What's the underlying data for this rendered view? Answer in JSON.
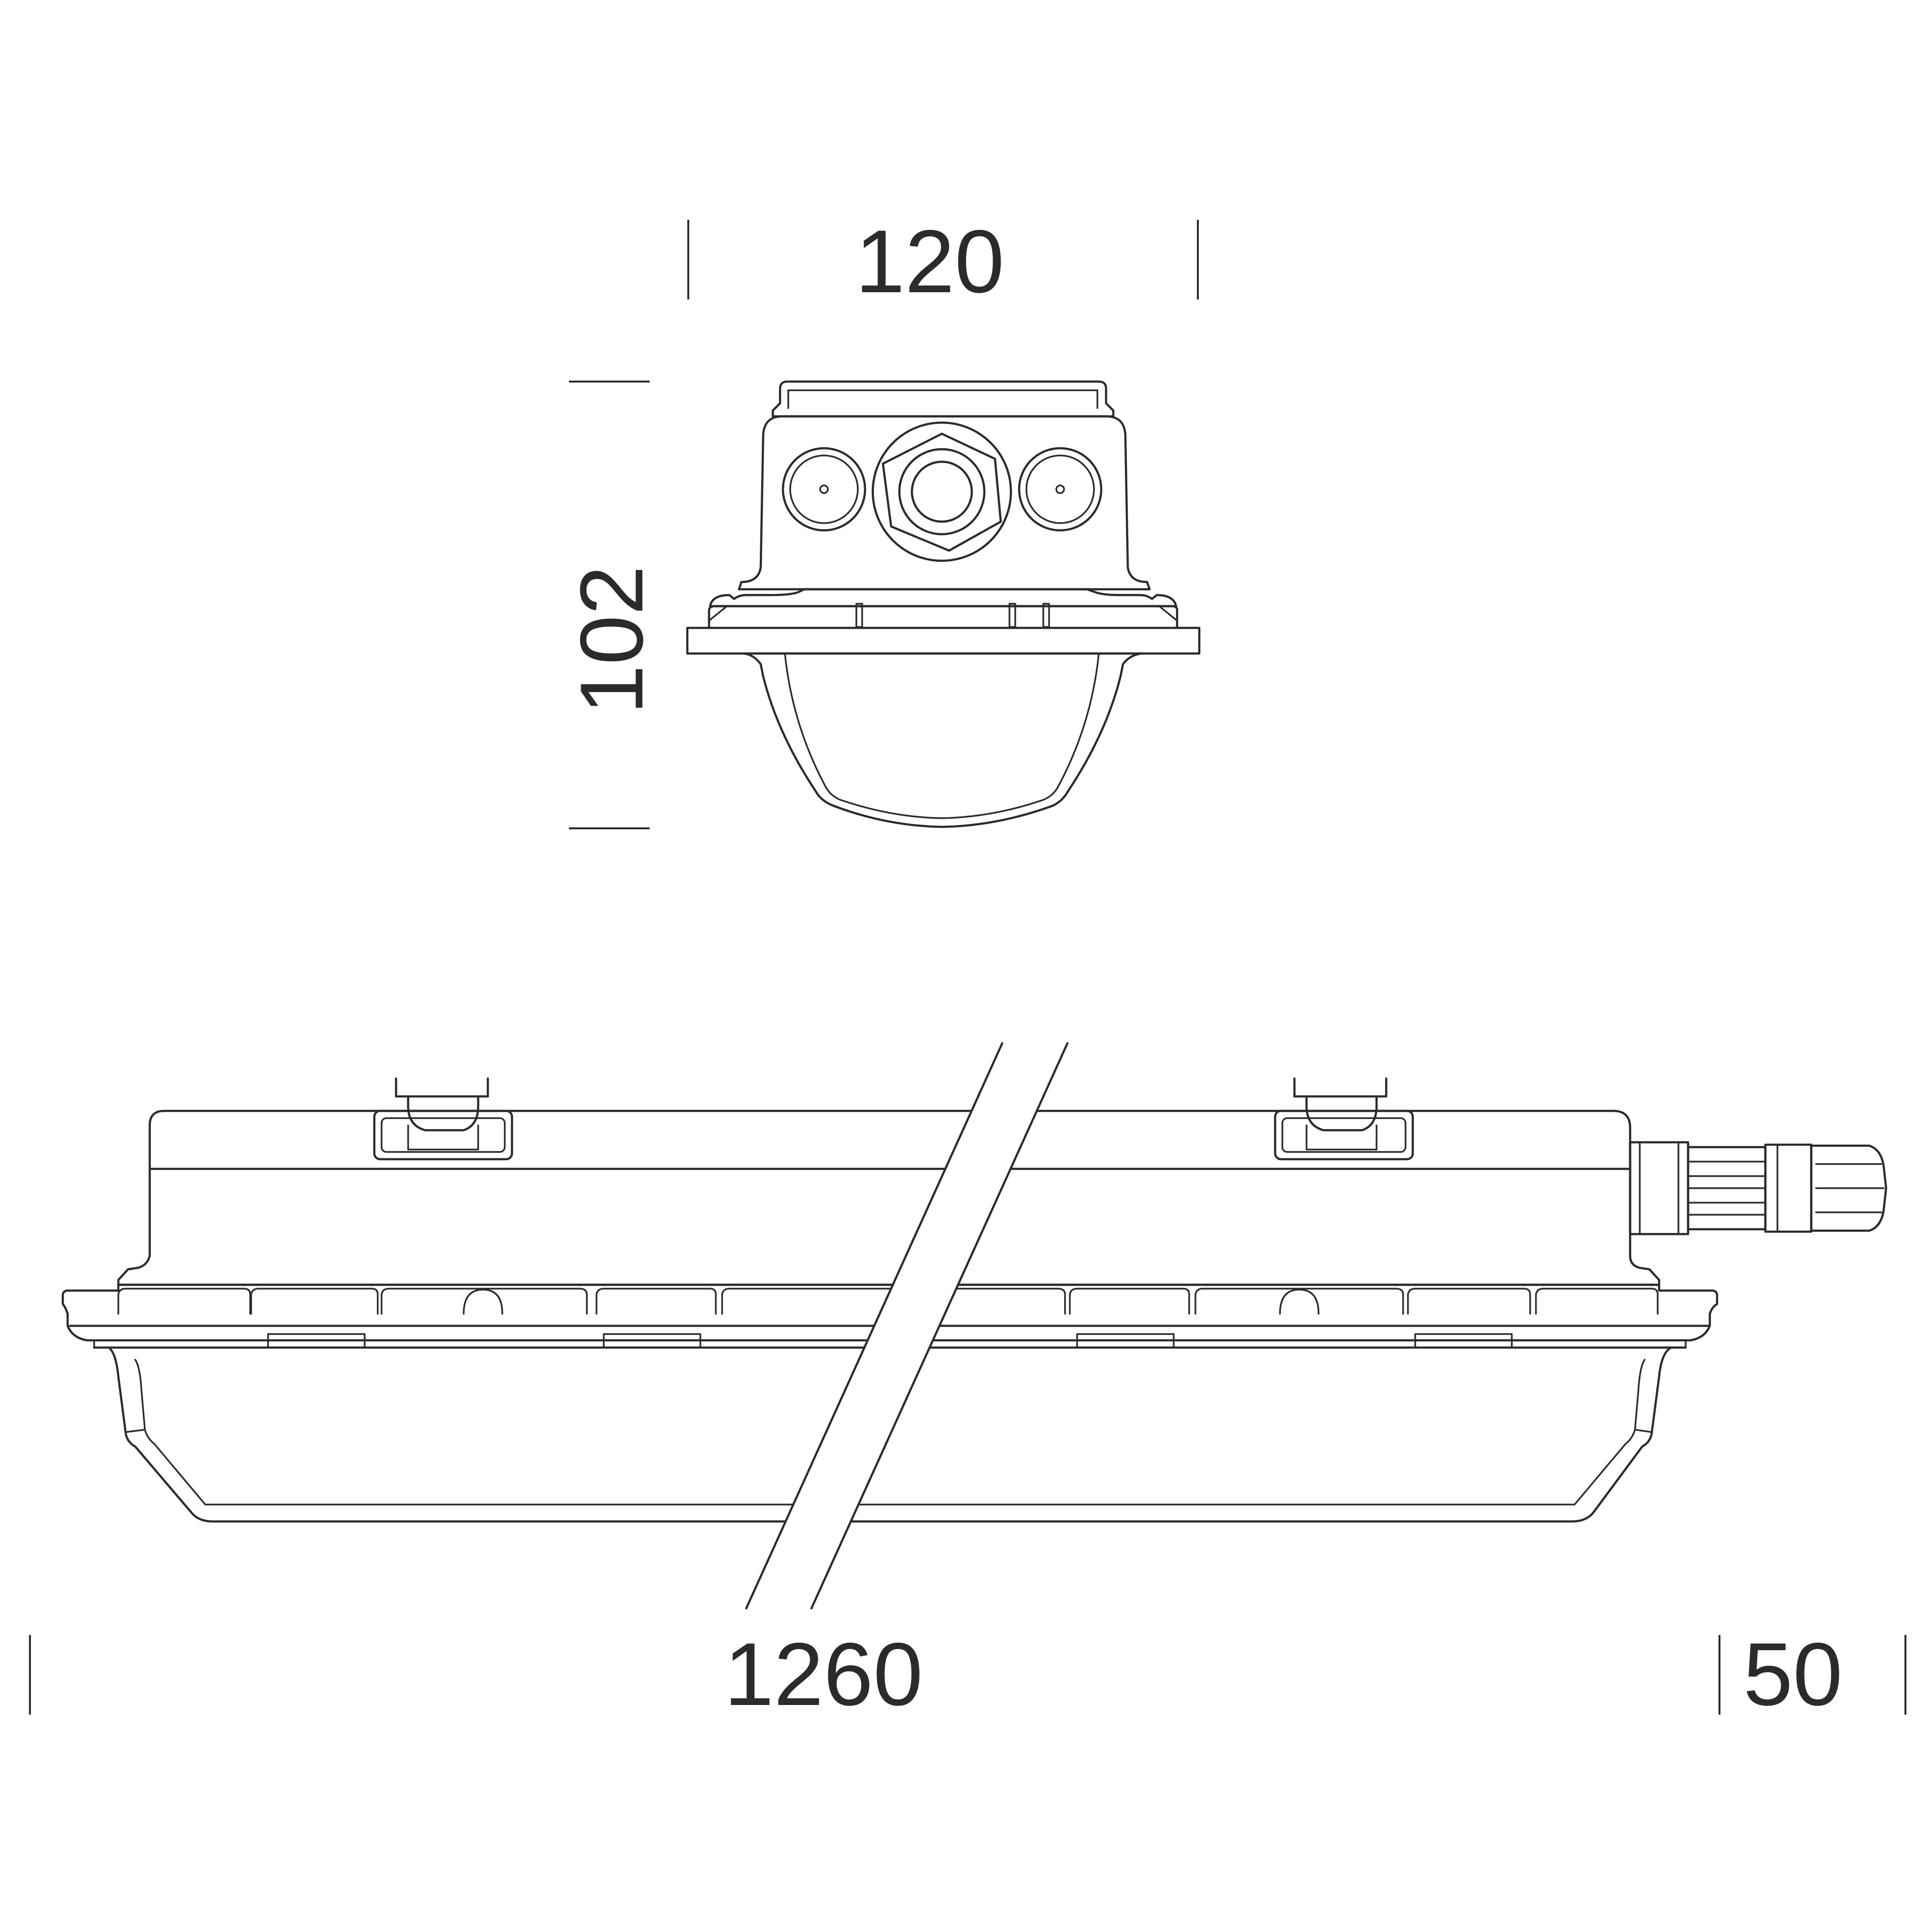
{
  "dimensions": {
    "end_width": "120",
    "end_height": "102",
    "total_length": "1260",
    "gland_length": "50"
  }
}
